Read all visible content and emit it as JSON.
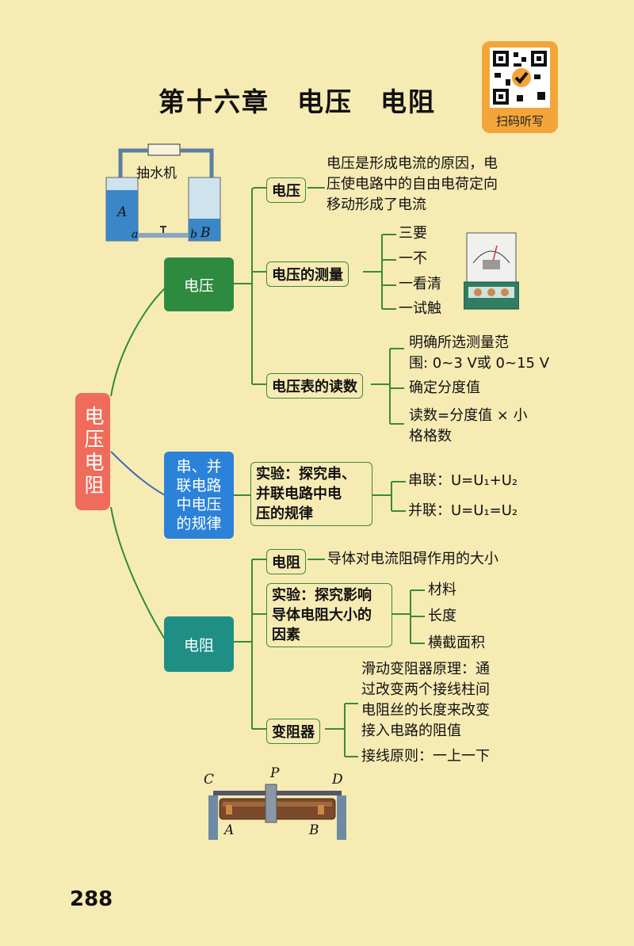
{
  "title": "第十六章　电压　电阻",
  "qr": {
    "label": "扫码听写"
  },
  "root": {
    "label": "电压电阻"
  },
  "pump_illustration": {
    "label": "抽水机",
    "letters": [
      "A",
      "B",
      "a",
      "b"
    ]
  },
  "rheostat_illustration": {
    "letters": [
      "C",
      "P",
      "D",
      "A",
      "B"
    ]
  },
  "branches": {
    "voltage": {
      "label": "电压",
      "items": {
        "def_label": "电压",
        "def_text": "电压是形成电流的原因，电\n压使电路中的自由电荷定向\n移动形成了电流",
        "measure_label": "电压的测量",
        "measure_points": [
          "三要",
          "一不",
          "一看清",
          "一试触"
        ],
        "reading_label": "电压表的读数",
        "reading_points": [
          "明确所选测量范\n围: 0~3 V或 0~15 V",
          "确定分度值",
          "读数=分度值 × 小\n格格数"
        ]
      }
    },
    "series_parallel": {
      "label": "串、并\n联电路\n中电压\n的规律",
      "experiment": "实验：探究串、\n并联电路中电\n压的规律",
      "rules": [
        "串联：U=U₁+U₂",
        "并联：U=U₁=U₂"
      ]
    },
    "resistance": {
      "label": "电阻",
      "def_label": "电阻",
      "def_text": "导体对电流阻碍作用的大小",
      "experiment": "实验：探究影响\n导体电阻大小的\n因素",
      "factors": [
        "材料",
        "长度",
        "横截面积"
      ],
      "rheostat_label": "变阻器",
      "rheostat_points": [
        "滑动变阻器原理：通\n过改变两个接线柱间\n电阻丝的长度来改变\n接入电路的阻值",
        "接线原则：一上一下"
      ]
    }
  },
  "page_number": "288",
  "colors": {
    "voltage": "#2e8a3f",
    "series_parallel": "#2c82d8",
    "resistance": "#1f8f86",
    "root": "#ef6b5a",
    "line": "#3b8a3b"
  }
}
